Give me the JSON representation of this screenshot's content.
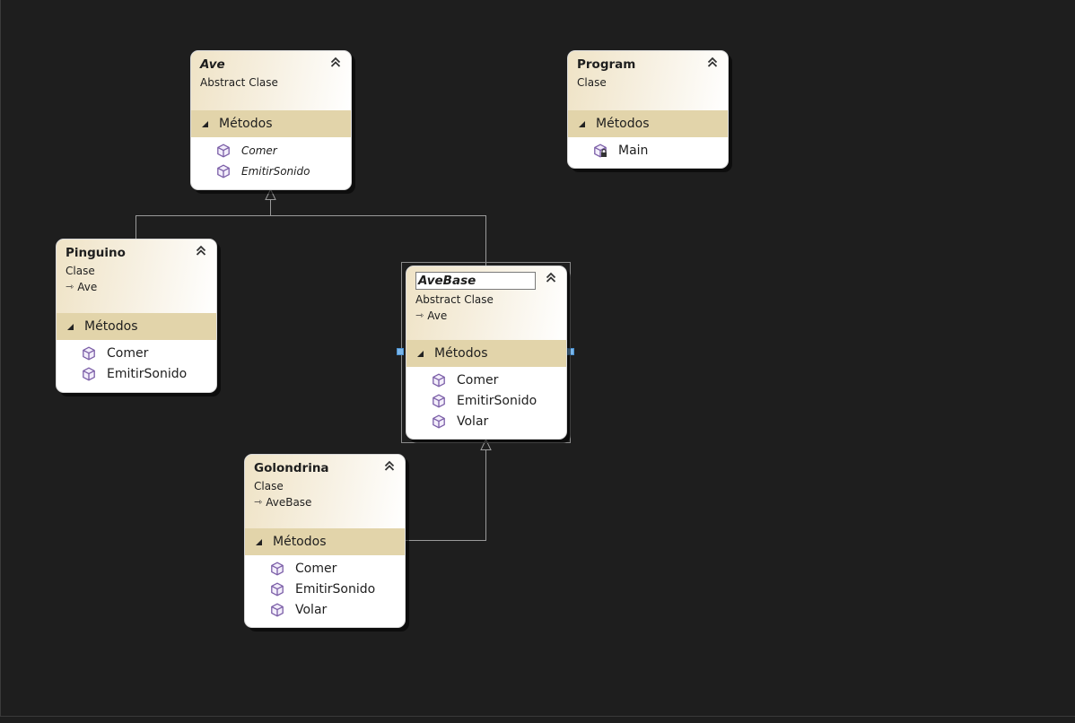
{
  "diagram": {
    "background": "#1e1e1e",
    "header_color": "#efe3c6",
    "section_color": "#e2d4aa",
    "handle_color": "#7ab6ea",
    "classes": [
      {
        "id": "ave",
        "name": "Ave",
        "kind": "Abstract Clase",
        "base": "",
        "section_label": "Métodos",
        "methods": [
          "Comer",
          "EmitirSonido"
        ],
        "abstract": true
      },
      {
        "id": "program",
        "name": "Program",
        "kind": "Clase",
        "base": "",
        "section_label": "Métodos",
        "methods": [
          "Main"
        ],
        "abstract": false
      },
      {
        "id": "pinguino",
        "name": "Pinguino",
        "kind": "Clase",
        "base": "Ave",
        "section_label": "Métodos",
        "methods": [
          "Comer",
          "EmitirSonido"
        ],
        "abstract": false
      },
      {
        "id": "avebase",
        "name": "AveBase",
        "kind": "Abstract Clase",
        "base": "Ave",
        "section_label": "Métodos",
        "methods": [
          "Comer",
          "EmitirSonido",
          "Volar"
        ],
        "abstract": true,
        "selected": true
      },
      {
        "id": "golondrina",
        "name": "Golondrina",
        "kind": "Clase",
        "base": "AveBase",
        "section_label": "Métodos",
        "methods": [
          "Comer",
          "EmitirSonido",
          "Volar"
        ],
        "abstract": false
      }
    ],
    "icons": {
      "method": "method-cube-icon",
      "private_method": "method-lock-icon",
      "collapse": "double-chevron-up-icon",
      "inheritance": "inheritance-arrow-icon",
      "section_toggle": "expanded-triangle-icon"
    }
  }
}
